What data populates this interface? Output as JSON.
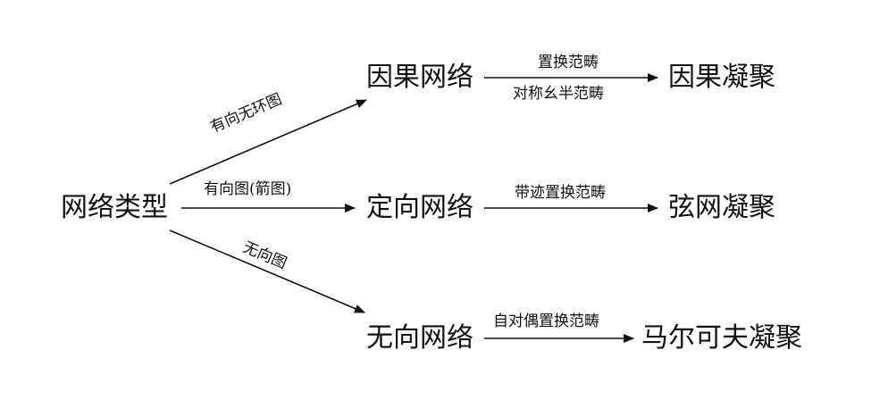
{
  "diagram": {
    "nodes": {
      "root": "网络类型",
      "causal_net": "因果网络",
      "directed_net": "定向网络",
      "undirected_net": "无向网络",
      "causal_condensate": "因果凝聚",
      "string_net_condensate": "弦网凝聚",
      "markov_condensate": "马尔可夫凝聚"
    },
    "edges": {
      "to_causal": "有向无环图",
      "to_directed": "有向图(箭图)",
      "to_undirected": "无向图",
      "causal_top": "置换范畴",
      "causal_bottom": "对称幺半范畴",
      "directed": "带迹置换范畴",
      "undirected": "自对偶置换范畴"
    },
    "colors": {
      "line": "#111111",
      "text": "#111111",
      "background": "#ffffff"
    }
  }
}
